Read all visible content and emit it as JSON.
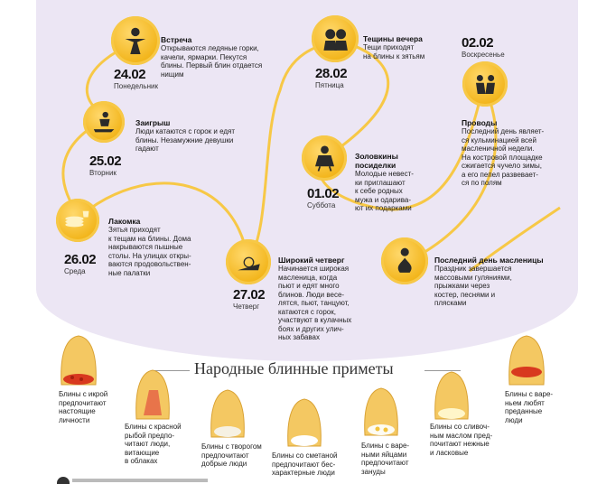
{
  "events": [
    {
      "title": "Встреча",
      "text": [
        "Открываются ледяные горки,",
        "качели, ярмарки. Пекутся",
        "блины. Первый блин отдается",
        "нищим"
      ],
      "date": "24.02",
      "day": "Понедельник",
      "icon": "straw-doll-icon"
    },
    {
      "title": "Заигрыш",
      "text": [
        "Люди катаются с горок и едят",
        "блины. Незамужние девушки",
        "гадают"
      ],
      "date": "25.02",
      "day": "Вторник",
      "icon": "sled-icon"
    },
    {
      "title": "Лакомка",
      "text": [
        "Зятья приходят",
        "к тещам на блины. Дома",
        "накрываются пышные",
        "столы. На улицах откры-",
        "ваются продовольствен-",
        "ные палатки"
      ],
      "date": "26.02",
      "day": "Среда",
      "icon": "pancake-stack-icon"
    },
    {
      "title": "Широкий четверг",
      "text": [
        "Начинается широкая",
        "масленица, когда",
        "пьют и едят много",
        "блинов. Люди весе-",
        "лятся, пьют, танцуют,",
        "катаются с горок,",
        "участвуют в кулачных",
        "боях и других улич-",
        "ных забавах"
      ],
      "date": "27.02",
      "day": "Четверг",
      "icon": "troika-icon"
    },
    {
      "title": "Тещины вечера",
      "text": [
        "Тещи приходят",
        "на блины к зятьям"
      ],
      "date": "28.02",
      "day": "Пятница",
      "icon": "couple-icon"
    },
    {
      "title": "Золовкины посиделки",
      "title2": "посиделки",
      "text": [
        "Молодые невест-",
        "ки приглашают",
        "к себе родных",
        "мужа и одарива-",
        "ют их подарками"
      ],
      "date": "01.02",
      "day": "Суббота",
      "icon": "dancer-icon"
    },
    {
      "title": "Проводы",
      "text": [
        "Последний день являет-",
        "ся кульминацией всей",
        "масленичной недели.",
        "На костровой площадке",
        "сжигается чучело зимы,",
        "а его пепел развевает-",
        "ся по полям"
      ],
      "date": "02.02",
      "day": "Воскресенье",
      "icon": "bowing-people-icon"
    },
    {
      "title": "Последний день масленицы",
      "text": [
        "Праздник завершается",
        "массовыми гуляниями,",
        "прыжками через",
        "костер, песнями и",
        "плясками"
      ],
      "icon": "bonfire-icon"
    }
  ],
  "banner": "Народные блинные приметы",
  "omens": [
    {
      "text": [
        "Блины с икрой",
        "предпочитают",
        "настоящие",
        "личности"
      ],
      "filling": "red-caviar"
    },
    {
      "text": [
        "Блины с красной",
        "рыбой предпо-",
        "читают люди,",
        "витающие",
        "в облаках"
      ],
      "filling": "red-fish"
    },
    {
      "text": [
        "Блины с творогом",
        "предпочитают",
        "добрые люди"
      ],
      "filling": "cottage-cheese"
    },
    {
      "text": [
        "Блины со сметаной",
        "предпочитают бес-",
        "характерные люди"
      ],
      "filling": "sour-cream"
    },
    {
      "text": [
        "Блины с варе-",
        "ными яйцами",
        "предпочитают",
        "зануды"
      ],
      "filling": "boiled-eggs"
    },
    {
      "text": [
        "Блины со сливоч-",
        "ным маслом пред-",
        "почитают нежные",
        "и ласковые"
      ],
      "filling": "butter"
    },
    {
      "text": [
        "Блины с варе-",
        "ньем любят",
        "преданные",
        "люди"
      ],
      "filling": "jam"
    }
  ],
  "colors": {
    "gold": "#f2b419",
    "path": "#f7c846",
    "lavender": "#ece6f4"
  }
}
